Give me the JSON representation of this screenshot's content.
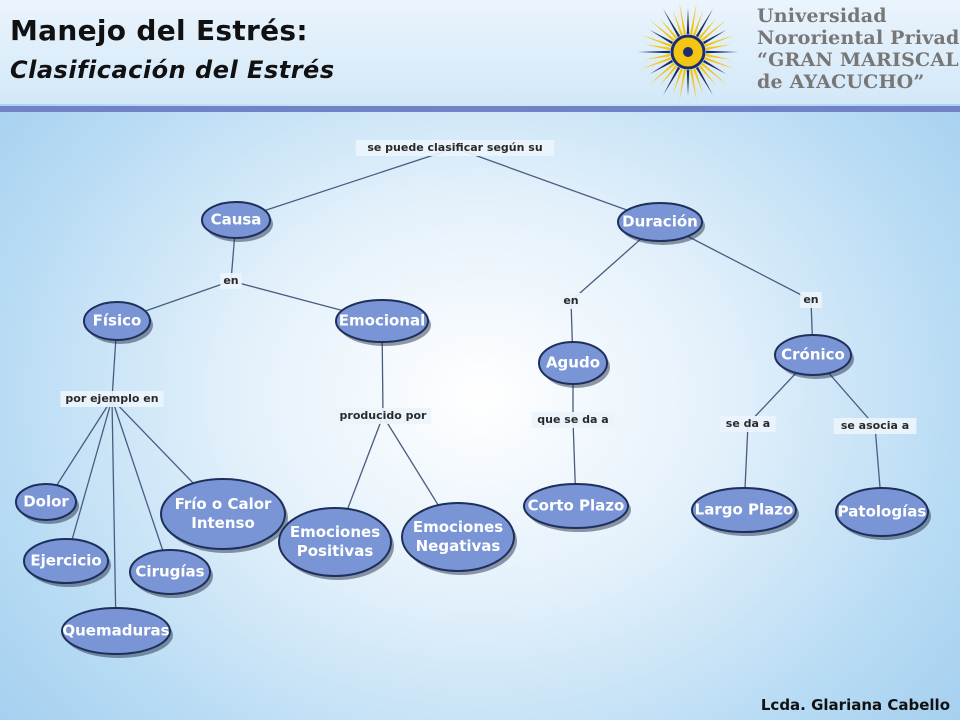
{
  "header": {
    "title": "Manejo del Estrés:",
    "subtitle": "Clasificación del Estrés",
    "institution": [
      "Universidad",
      "Nororiental Privada",
      "“GRAN MARISCAL",
      "de AYACUCHO”"
    ]
  },
  "diagram": {
    "root_label": "se puede clasificar según su",
    "nodes": {
      "causa": "Causa",
      "duracion": "Duración",
      "fisico": "Físico",
      "emocional": "Emocional",
      "agudo": "Agudo",
      "cronico": "Crónico",
      "dolor": "Dolor",
      "frio_calor": [
        "Frío o Calor",
        "Intenso"
      ],
      "ejercicio": "Ejercicio",
      "cirugias": "Cirugías",
      "quemaduras": "Quemaduras",
      "emociones_positivas": [
        "Emociones",
        "Positivas"
      ],
      "emociones_negativas": [
        "Emociones",
        "Negativas"
      ],
      "corto_plazo": "Corto Plazo",
      "largo_plazo": "Largo Plazo",
      "patologias": "Patologías"
    },
    "edge_labels": {
      "causa_en": "en",
      "duracion_en_left": "en",
      "duracion_en_right": "en",
      "por_ejemplo": "por ejemplo en",
      "producido_por": "producido por",
      "que_se_da_a": "que se da a",
      "se_da_a": "se da a",
      "se_asocia_a": "se asocia a"
    }
  },
  "colors": {
    "node_fill": "#7a95d6",
    "node_stroke": "#1e2f5a",
    "edge": "#4a5b80",
    "accent_bar": "#6f83c6",
    "logo_yellow": "#f3c614",
    "logo_navy": "#1b2e6b"
  },
  "footer": {
    "credit": "Lcda. Glariana Cabello"
  }
}
